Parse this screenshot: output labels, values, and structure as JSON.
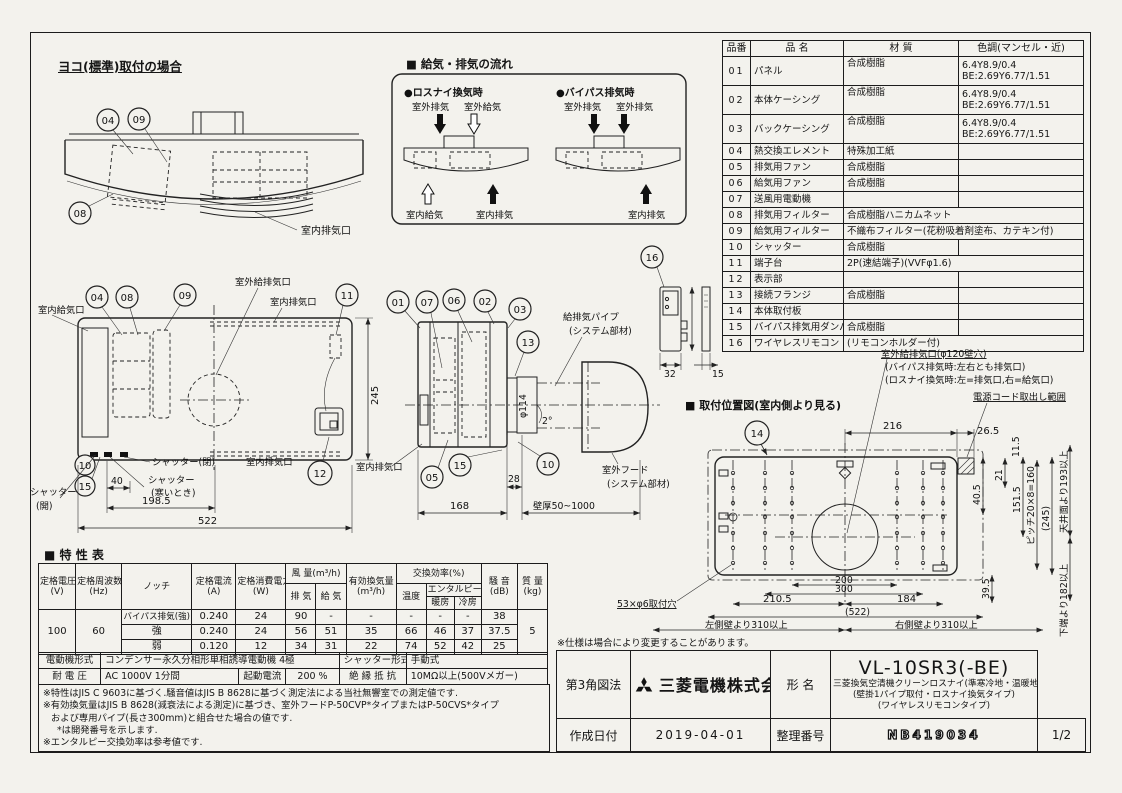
{
  "horiz": {
    "title": "ヨコ(標準)取付の場合",
    "c04": "04",
    "c09": "09",
    "c08": "08",
    "indoor_exhaust": "室内排気口"
  },
  "flow": {
    "title": "■ 給気・排気の流れ",
    "lossnay": "●ロスナイ換気時",
    "bypass": "●バイパス排気時",
    "l_out_ex": "室外排気",
    "l_out_su": "室外給気",
    "l_in_su": "室内給気",
    "l_in_ex": "室内排気",
    "b_out_ex1": "室外排気",
    "b_out_ex2": "室外排気",
    "b_in_ex": "室内排気"
  },
  "front": {
    "c04": "04",
    "c08": "08",
    "c09": "09",
    "c11": "11",
    "c12": "12",
    "c10": "10",
    "c15": "15",
    "indoor_supply": "室内給気口",
    "outdoor_port": "室外給排気口",
    "indoor_exhaust_top": "室内排気口",
    "indoor_exhaust_bottom": "室内排気口",
    "shutter_closed": "シャッター(閉)",
    "shutter_cold1": "シャッター",
    "shutter_cold2": "(寒いとき)",
    "shutter_open1": "シャッター",
    "shutter_open2": "(開)",
    "d40": "40",
    "d198": "198.5",
    "d522": "522",
    "d245": "245"
  },
  "side": {
    "c01": "01",
    "c07": "07",
    "c06": "06",
    "c02": "02",
    "c03": "03",
    "c13": "13",
    "c05": "05",
    "c15": "15",
    "c10": "10",
    "pipe1": "給排気パイプ",
    "pipe2": "(システム部材)",
    "hood1": "室外フード",
    "hood2": "(システム部材)",
    "indoor_exhaust": "室内排気口",
    "d168": "168",
    "d28": "28",
    "wall": "壁厚50~1000",
    "phi": "φ114",
    "angle": "2°"
  },
  "remote": {
    "c16": "16",
    "d32": "32",
    "d15": "15"
  },
  "mount": {
    "title": "■ 取付位置図(室内側より見る)",
    "port1": "室外給排気口(φ120壁穴)",
    "port2": "(バイパス排気時:左右とも排気口)",
    "port3": "(ロスナイ換気時:左=排気口,右=給気口)",
    "cord": "電源コード取出し範囲",
    "holes": "53×φ6取付穴",
    "c14": "14",
    "d216": "216",
    "d26": "26.5",
    "d11": "11.5",
    "d40": "40.5",
    "d21": "21",
    "d151": "151.5",
    "pitch": "ピッチ20×8=160",
    "d245": "(245)",
    "ceiling": "天井面より193以上",
    "bottom": "下端より182以上",
    "d39": "39.5",
    "d200": "200",
    "d300": "300",
    "d210": "210.5",
    "d184": "184",
    "d522": "(522)",
    "left_wall": "左側壁より310以上",
    "right_wall": "右側壁より310以上"
  },
  "parts": {
    "h_no": "品番",
    "h_name": "品  名",
    "h_mat": "材  質",
    "h_color": "色調(マンセル・近)",
    "rows": [
      {
        "no": "01",
        "name": "パネル",
        "mat": "合成樹脂",
        "c1": "6.4Y8.9/0.4",
        "c2": "BE:2.69Y6.77/1.51"
      },
      {
        "no": "02",
        "name": "本体ケーシング",
        "mat": "合成樹脂",
        "c1": "6.4Y8.9/0.4",
        "c2": "BE:2.69Y6.77/1.51"
      },
      {
        "no": "03",
        "name": "バックケーシング",
        "mat": "合成樹脂",
        "c1": "6.4Y8.9/0.4",
        "c2": "BE:2.69Y6.77/1.51"
      },
      {
        "no": "04",
        "name": "熱交換エレメント",
        "mat": "特殊加工紙",
        "c1": ""
      },
      {
        "no": "05",
        "name": "排気用ファン",
        "mat": "合成樹脂",
        "c1": ""
      },
      {
        "no": "06",
        "name": "給気用ファン",
        "mat": "合成樹脂",
        "c1": ""
      },
      {
        "no": "07",
        "name": "送風用電動機",
        "mat": "",
        "c1": ""
      },
      {
        "no": "08",
        "name": "排気用フィルター",
        "mat": "合成樹脂ハニカムネット"
      },
      {
        "no": "09",
        "name": "給気用フィルター",
        "mat": "不織布フィルター(花粉吸着剤塗布、カテキン付)"
      },
      {
        "no": "10",
        "name": "シャッター",
        "mat": "合成樹脂",
        "c1": ""
      },
      {
        "no": "11",
        "name": "端子台",
        "mat": "2P(速結端子)(VVFφ1.6)"
      },
      {
        "no": "12",
        "name": "表示部",
        "mat": "",
        "c1": ""
      },
      {
        "no": "13",
        "name": "接続フランジ",
        "mat": "合成樹脂",
        "c1": ""
      },
      {
        "no": "14",
        "name": "本体取付板",
        "mat": "",
        "c1": ""
      },
      {
        "no": "15",
        "name": "バイパス排気用ダンパー",
        "mat": "合成樹脂",
        "c1": ""
      },
      {
        "no": "16",
        "name": "ワイヤレスリモコン",
        "mat": "(リモコンホルダー付)"
      }
    ]
  },
  "spec": {
    "title": "■ 特 性 表",
    "h_volt": "定格電圧",
    "h_volt_u": "(V)",
    "h_freq": "定格周波数",
    "h_freq_u": "(Hz)",
    "h_notch": "ノッチ",
    "h_cur": "定格電流",
    "h_cur_u": "(A)",
    "h_pow": "定格消費電力",
    "h_pow_u": "(W)",
    "h_air": "風 量(m³/h)",
    "h_ex": "排 気",
    "h_su": "給 気",
    "h_eff": "有効換気量",
    "h_eff_u": "(m³/h)",
    "h_exch": "交換効率(%)",
    "h_temp": "温度",
    "h_enth": "エンタルピー",
    "h_heat": "暖房",
    "h_cool": "冷房",
    "h_noise": "騒 音",
    "h_noise_u": "(dB)",
    "h_mass": "質 量",
    "h_mass_u": "(kg)",
    "volt": "100",
    "freq": "60",
    "mass": "5",
    "r0": {
      "notch": "バイパス排気(強)",
      "a": "0.240",
      "w": "24",
      "ex": "90",
      "su": "-",
      "eff": "-",
      "t": "-",
      "h": "-",
      "c": "-",
      "n": "38"
    },
    "r1": {
      "notch": "強",
      "a": "0.240",
      "w": "24",
      "ex": "56",
      "su": "51",
      "eff": "35",
      "t": "66",
      "h": "46",
      "c": "37",
      "n": "37.5"
    },
    "r2": {
      "notch": "弱",
      "a": "0.120",
      "w": "12",
      "ex": "34",
      "su": "31",
      "eff": "22",
      "t": "74",
      "h": "52",
      "c": "42",
      "n": "25"
    },
    "motor_l": "電動機形式",
    "motor_v": "コンデンサー永久分相形単相誘導電動機 4極",
    "shut_l": "シャッター形式",
    "shut_v": "手動式",
    "with_l": "耐 電 圧",
    "with_v": "AC 1000V 1分間",
    "start_l": "起動電流",
    "start_v": "200 %",
    "ins_l": "絶 縁 抵 抗",
    "ins_v": "10MΩ以上(500Vメガー)",
    "n1": "※特性はJIS C 9603に基づく.騒音値はJIS B 8628に基づく測定法による当社無響室での測定値です.",
    "n2": "※有効換気量はJIS B 8628(減衰法による測定)に基づき、室外フードP-50CVP*タイプまたはP-50CVS*タイプ",
    "n3": "および専用パイプ(長さ300mm)と組合せた場合の値です.",
    "n4": "*は開発番号を示します.",
    "n5": "※エンタルピー交換効率は参考値です."
  },
  "tb": {
    "projection": "第3角図法",
    "company": "三菱電機株式会社",
    "model_label": "形 名",
    "model": "VL-10SR3(-BE)",
    "desc1": "三菱換気空清機クリーンロスナイ(準寒冷地・温暖地仕様)",
    "desc2": "(壁掛1パイプ取付・ロスナイ換気タイプ)",
    "desc3": "(ワイヤレスリモコンタイプ)",
    "date_label": "作成日付",
    "date": "2019-04-01",
    "ref_label": "整理番号",
    "ref": "NB419034",
    "page": "1/2",
    "disclaimer": "※仕様は場合により変更することがあります。"
  }
}
